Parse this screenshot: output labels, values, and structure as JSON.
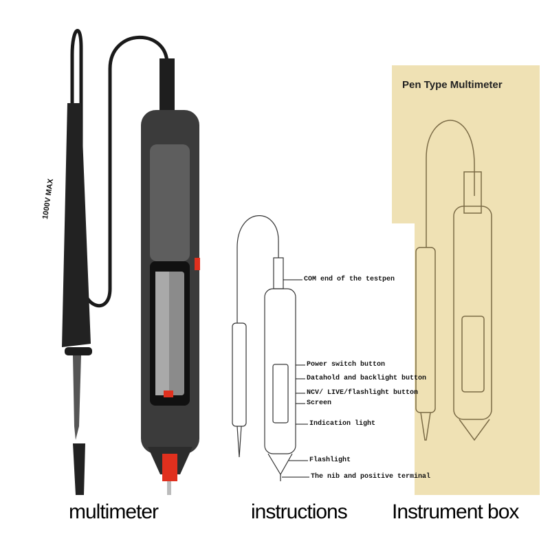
{
  "captions": {
    "multimeter": "multimeter",
    "instructions": "instructions",
    "instrument_box": "Instrument box"
  },
  "probe_marking": "1000V MAX",
  "box": {
    "title": "Pen Type Multimeter",
    "color": "#efe1b4"
  },
  "callouts": [
    "COM end of the testpen",
    "Power switch button",
    "Datahold and backlight button",
    "NCV/ LIVE/flashlight button",
    "Screen",
    "Indication light",
    "Flashlight",
    "The nib and positive terminal"
  ],
  "colors": {
    "body": "#3b3b3b",
    "accent_red": "#e0301e"
  }
}
